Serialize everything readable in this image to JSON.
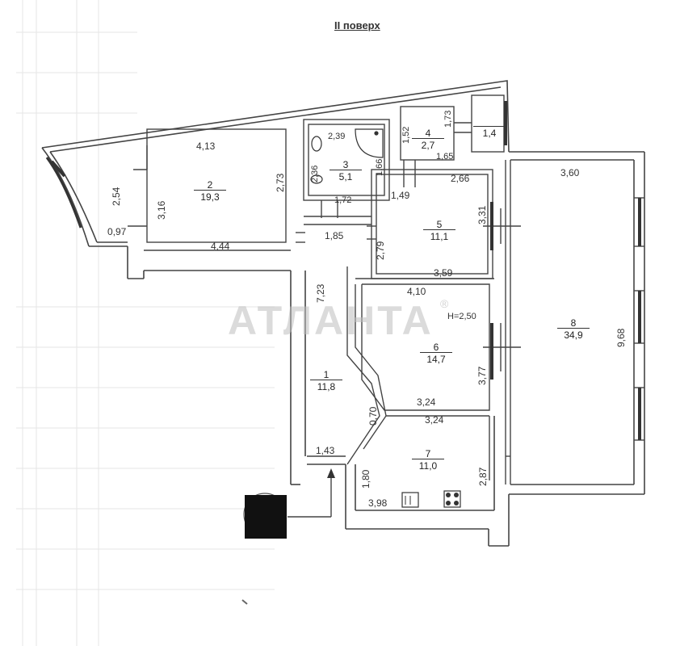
{
  "floor_title": "ІІ поверх",
  "watermark": "АТЛАНТА",
  "watermark_mark": "®",
  "ceiling_height": "H=2,50",
  "rooms": [
    {
      "number": "1",
      "area": "11,8"
    },
    {
      "number": "2",
      "area": "19,3"
    },
    {
      "number": "3",
      "area": "5,1"
    },
    {
      "number": "4",
      "area": "2,7"
    },
    {
      "number": "5",
      "area": "11,1"
    },
    {
      "number": "6",
      "area": "14,7"
    },
    {
      "number": "7",
      "area": "11,0"
    },
    {
      "number": "8",
      "area": "34,9"
    },
    {
      "number": "",
      "area": "1,4"
    }
  ],
  "dimensions": {
    "d_4_13": "4,13",
    "d_2_54": "2,54",
    "d_3_16": "3,16",
    "d_2_73": "2,73",
    "d_0_97": "0,97",
    "d_4_44": "4,44",
    "d_2_39": "2,39",
    "d_2_36": "2,36",
    "d_1_66": "1,66",
    "d_1_72": "1,72",
    "d_1_52": "1,52",
    "d_1_73": "1,73",
    "d_1_65": "1,65",
    "d_1_49": "1,49",
    "d_2_66": "2,66",
    "d_3_31": "3,31",
    "d_1_85": "1,85",
    "d_2_79": "2,79",
    "d_3_59": "3,59",
    "d_7_23": "7,23",
    "d_4_10": "4,10",
    "d_3_77": "3,77",
    "d_3_24_a": "3,24",
    "d_3_24_b": "3,24",
    "d_0_70": "0,70",
    "d_1_43": "1,43",
    "d_1_80": "1,80",
    "d_2_87": "2,87",
    "d_3_98": "3,98",
    "d_3_60": "3,60",
    "d_9_68": "9,68"
  }
}
